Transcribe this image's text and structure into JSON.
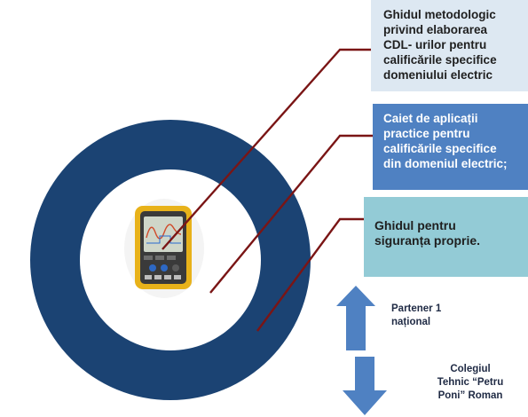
{
  "boxes": [
    {
      "text": "Ghidul metodologic\nprivind  elaborarea\nCDL- urilor pentru\ncalificările specifice\ndomeniului electric",
      "fill": "#dde8f2"
    },
    {
      "text": "Caiet de aplicații\npractice pentru\ncalificările specifice\ndin domeniul electric;",
      "fill": "#4f81c2"
    },
    {
      "text": "Ghidul pentru\nsiguranța proprie.",
      "fill": "#93cbd6"
    }
  ],
  "arrows": {
    "up_label": "Partener 1\nnațional",
    "down_label": "Colegiul\nTehnic “Petru\nPoni” Roman",
    "color": "#4f81c2"
  },
  "colors": {
    "ring": "#1b4373",
    "connector": "#7a1515",
    "device_body": "#e8b21a"
  },
  "device": {
    "icon": "oscilloscope-icon"
  }
}
